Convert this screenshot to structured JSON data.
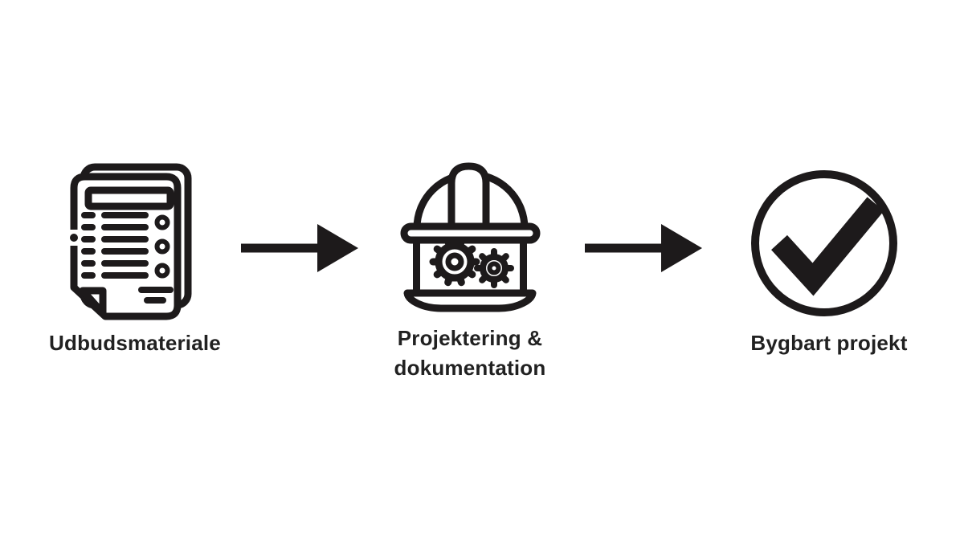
{
  "diagram": {
    "colors": {
      "ink": "#1d1a1b",
      "text_color": "#212121",
      "bg": "#ffffff"
    },
    "steps": [
      {
        "id": "udbudsmateriale",
        "label": "Udbudsmateriale",
        "icon": "document-checklist-icon"
      },
      {
        "id": "projektering-dokumentation",
        "label_line1": "Projektering &",
        "label_line2": "dokumentation",
        "icon": "hardhat-gears-icon"
      },
      {
        "id": "bygbart-projekt",
        "label": "Bygbart projekt",
        "icon": "checkmark-circle-icon"
      }
    ],
    "connectors": [
      {
        "icon": "arrow-right-icon"
      },
      {
        "icon": "arrow-right-icon"
      }
    ]
  }
}
